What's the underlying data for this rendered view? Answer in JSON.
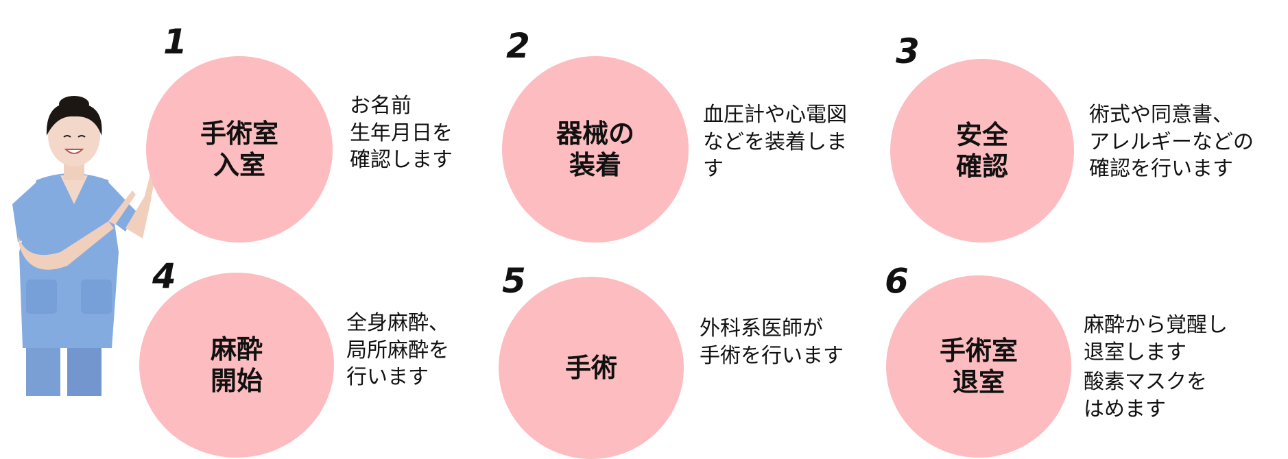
{
  "steps": [
    {
      "number": "1",
      "title": "手術室\n入室",
      "desc": [
        "お名前",
        "生年月日を",
        "確認します"
      ]
    },
    {
      "number": "2",
      "title": "器械の\n装着",
      "desc": [
        "血圧計や心電図",
        "などを装着しま",
        "す"
      ]
    },
    {
      "number": "3",
      "title": "安全\n確認",
      "desc": [
        "術式や同意書、",
        "アレルギーなどの",
        "確認を行います"
      ]
    },
    {
      "number": "4",
      "title": "麻酔\n開始",
      "desc": [
        "全身麻酔、",
        "局所麻酔を",
        "行います"
      ]
    },
    {
      "number": "5",
      "title": "手術",
      "desc": [
        "外科系医師が",
        "手術を行います"
      ]
    },
    {
      "number": "6",
      "title": "手術室\n退室",
      "desc": [
        "麻酔から覚醒し",
        "退室します",
        "酸素マスクを",
        "はめます"
      ]
    }
  ],
  "colors": {
    "circle": "#fdbcbf",
    "text": "#111111",
    "scrub": "#7ea6dc"
  },
  "illustration": "nurse-pointing-image"
}
